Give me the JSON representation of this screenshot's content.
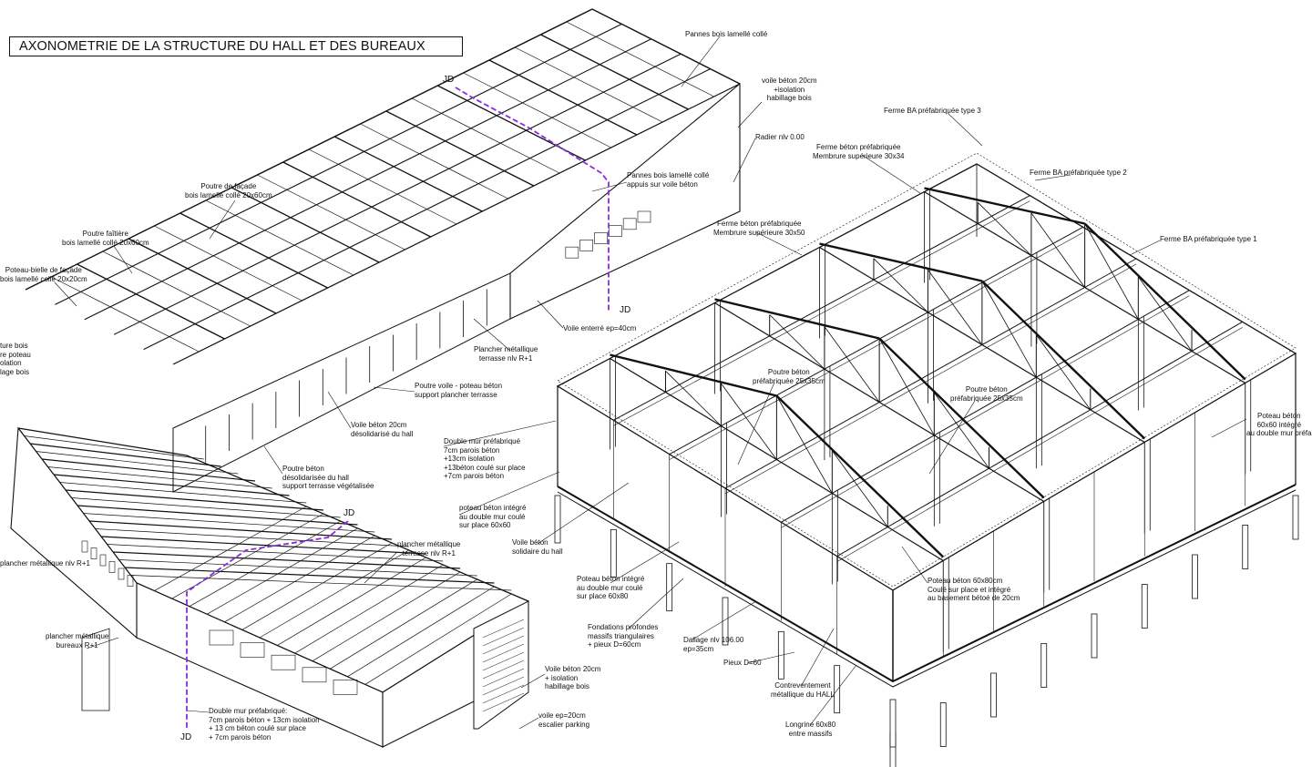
{
  "title": "AXONOMETRIE DE LA STRUCTURE DU HALL ET DES BUREAUX",
  "section_marks": [
    "JD",
    "JD",
    "JD",
    "JD"
  ],
  "labels": {
    "pannes_lamelle": [
      "Pannes bois lamellé collé"
    ],
    "voile_20_top": [
      "voile béton 20cm",
      "+isolation",
      "habillage bois"
    ],
    "radier": [
      "Radier nlv 0.00"
    ],
    "pannes_appuis": [
      "Pannes bois lamellé collé",
      "appuis sur voile béton"
    ],
    "poutre_facade": [
      "Poutre de façade",
      "bois lamellé collé 20x60cm"
    ],
    "poutre_faitiere": [
      "Poutre faîtière",
      "bois lamellé collé 20x60cm"
    ],
    "poteau_bielle": [
      "Poteau-bielle de façade",
      "bois lamellé collé 20x20cm"
    ],
    "poutre_bois_left": [
      "ture bois",
      "re poteau",
      "olation",
      "lage bois"
    ],
    "voile_enterre": [
      "Voile enterré ep=40cm"
    ],
    "plancher_metal_r1_top": [
      "Plancher métallique",
      "terrasse nlv R+1"
    ],
    "poutre_voile_poteau": [
      "Poutre voile - poteau béton",
      "support plancher terrasse"
    ],
    "voile_desolid": [
      "Voile béton 20cm",
      "désolidarisé du hall"
    ],
    "poutre_beton_desolid": [
      "Poutre béton",
      "désolidarisée du hall",
      "support terrasse végétalisée"
    ],
    "double_mur_right": [
      "Double mur préfabriqué",
      "7cm parois béton",
      "+13cm isolation",
      "+13béton coulé sur place",
      "+7cm parois béton"
    ],
    "poteau_integre_double": [
      "poteau béton intégré",
      "au double mur coulé",
      "sur place 60x60"
    ],
    "voile_solidaire": [
      "Voile béton",
      "solidaire du hall"
    ],
    "plancher_metal_left": [
      "plancher métallique nlv R+1"
    ],
    "plancher_metal_r1_bottom": [
      "plancher métallique",
      "terrasse nlv R+1"
    ],
    "plancher_bureaux": [
      "plancher métallique",
      "bureaux R+1"
    ],
    "poteau_integre_6080": [
      "Poteau béton intégré",
      "au double mur coulé",
      "sur place 60x80"
    ],
    "fondations": [
      "Fondations profondes",
      "massifs triangulaires",
      "+ pieux D=60cm"
    ],
    "dallage": [
      "Dallage nlv 106.00",
      "ep=35cm"
    ],
    "pieux": [
      "Pieux D=60"
    ],
    "contreventement": [
      "Contreventement",
      "métallique du HALL"
    ],
    "longrine": [
      "Longrine 60x80",
      "entre massifs"
    ],
    "voile_20_bottom": [
      "Voile béton 20cm",
      "+ isolation",
      "habillage bois"
    ],
    "voile_escalier": [
      "voile ep=20cm",
      "escalier parking"
    ],
    "double_mur_bottom": [
      "Double mur préfabriqué:",
      "7cm parois béton + 13cm isolation",
      "+ 13 cm béton coulé sur place",
      "+ 7cm parois béton"
    ],
    "ferme_type3": [
      "Ferme BA préfabriquée type 3"
    ],
    "ferme_membrure_3034": [
      "Ferme béton préfabriquée",
      "Membrure supérieure 30x34"
    ],
    "ferme_type2": [
      "Ferme BA préfabriquée type 2"
    ],
    "ferme_membrure_3050": [
      "Ferme béton préfabriquée",
      "Membrure supérieure 30x50"
    ],
    "ferme_type1": [
      "Ferme BA préfabriquée type 1"
    ],
    "poutre_2535_a": [
      "Poutre béton",
      "préfabriquée 25x35cm"
    ],
    "poutre_2535_b": [
      "Poutre béton",
      "préfabriquée 25x35cm"
    ],
    "poteau_6060_integre": [
      "Poteau béton",
      "60x60 intégré",
      "au double mur préfa"
    ],
    "poteau_6080_coule": [
      "Poteau béton 60x80cm",
      "Coulé sur place et intégré",
      "au basement bétoé de 20cm"
    ]
  },
  "colors": {
    "ink": "#111111",
    "section_line": "#8a2be2",
    "paper": "#ffffff"
  }
}
